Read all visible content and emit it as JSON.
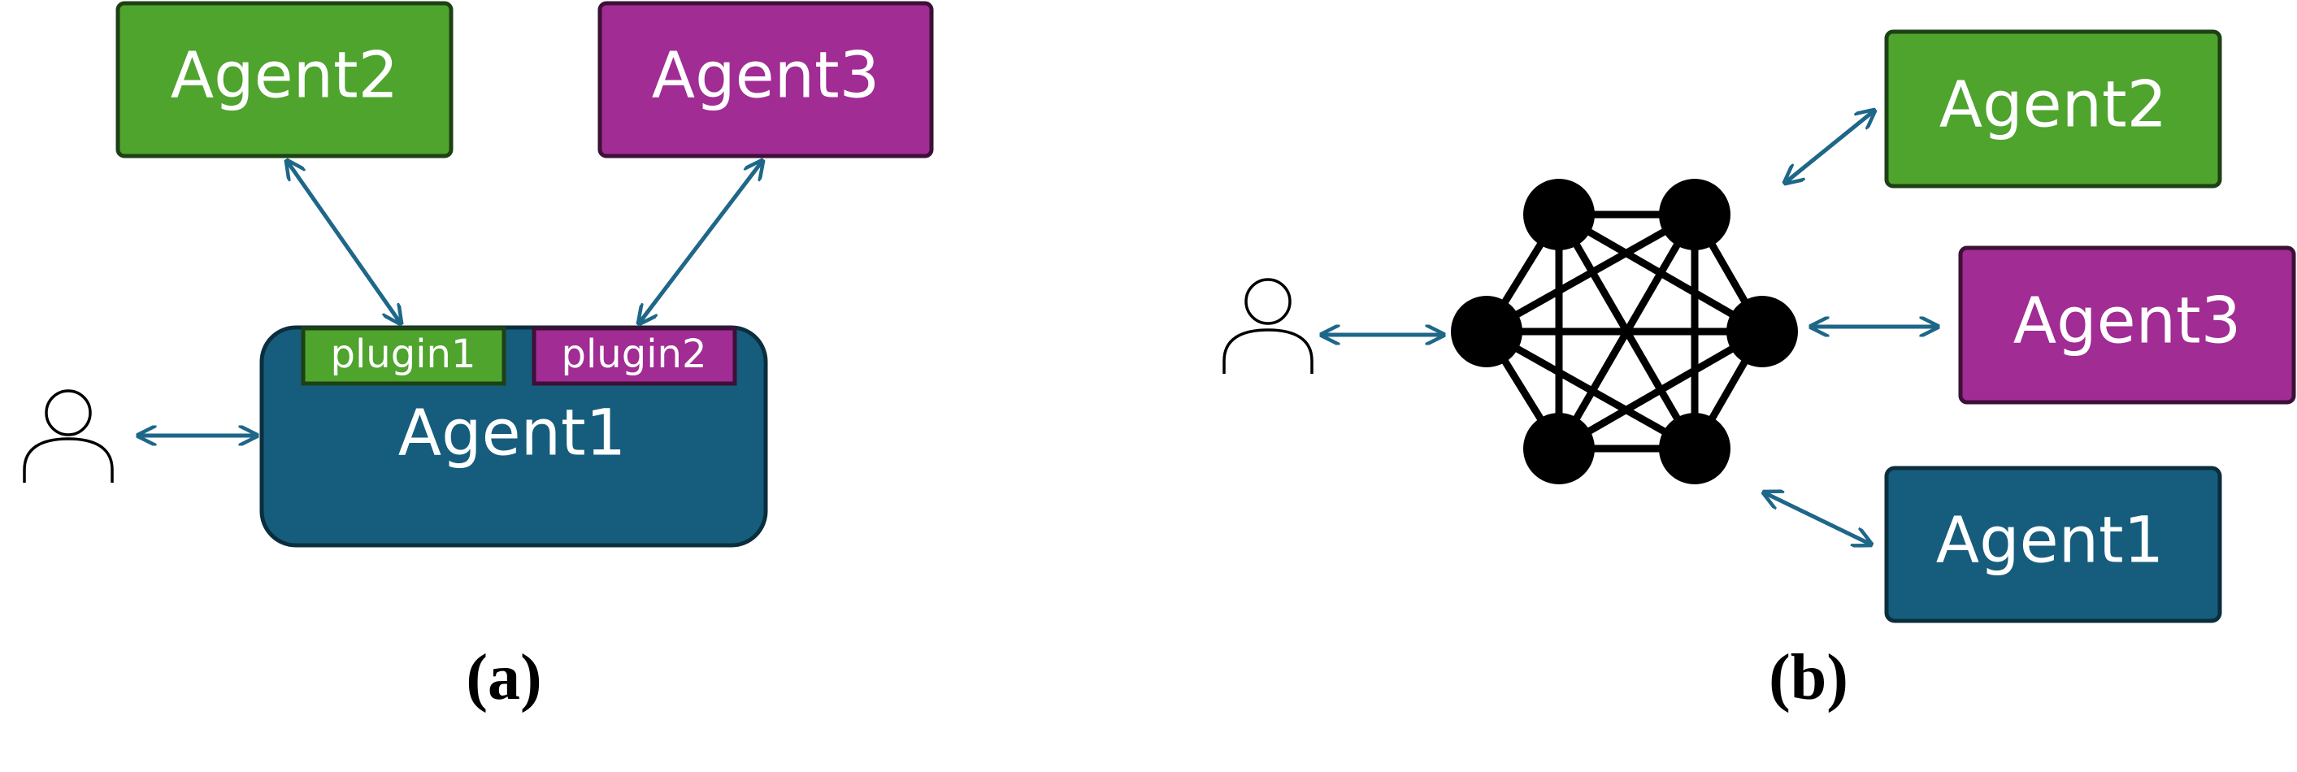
{
  "colors": {
    "green": "#4ea42d",
    "green_border": "#1e4015",
    "purple": "#a02c94",
    "purple_border": "#3d1037",
    "blue": "#165d7d",
    "blue_border": "#0b2e3e",
    "arrow": "#1e6788",
    "node": "#000000"
  },
  "panel_a": {
    "caption": "(a)",
    "agent1": "Agent1",
    "agent2": "Agent2",
    "agent3": "Agent3",
    "plugin1": "plugin1",
    "plugin2": "plugin2"
  },
  "panel_b": {
    "caption": "(b)",
    "agent1": "Agent1",
    "agent2": "Agent2",
    "agent3": "Agent3"
  },
  "icons": [
    "user-icon",
    "network-icon"
  ]
}
